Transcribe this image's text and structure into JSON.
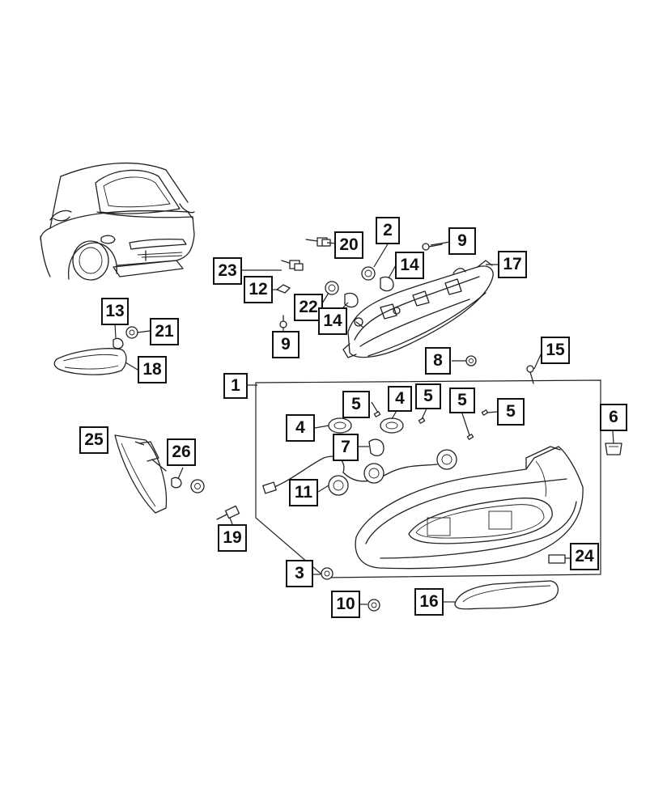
{
  "callouts": [
    {
      "id": "c20",
      "label": "20"
    },
    {
      "id": "c2",
      "label": "2"
    },
    {
      "id": "c9a",
      "label": "9"
    },
    {
      "id": "c23",
      "label": "23"
    },
    {
      "id": "c14a",
      "label": "14"
    },
    {
      "id": "c17",
      "label": "17"
    },
    {
      "id": "c12",
      "label": "12"
    },
    {
      "id": "c22",
      "label": "22"
    },
    {
      "id": "c14b",
      "label": "14"
    },
    {
      "id": "c13",
      "label": "13"
    },
    {
      "id": "c21",
      "label": "21"
    },
    {
      "id": "c9b",
      "label": "9"
    },
    {
      "id": "c8",
      "label": "8"
    },
    {
      "id": "c15",
      "label": "15"
    },
    {
      "id": "c18",
      "label": "18"
    },
    {
      "id": "c1",
      "label": "1"
    },
    {
      "id": "c5a",
      "label": "5"
    },
    {
      "id": "c4a",
      "label": "4"
    },
    {
      "id": "c5b",
      "label": "5"
    },
    {
      "id": "c5c",
      "label": "5"
    },
    {
      "id": "c5d",
      "label": "5"
    },
    {
      "id": "c6",
      "label": "6"
    },
    {
      "id": "c4b",
      "label": "4"
    },
    {
      "id": "c7",
      "label": "7"
    },
    {
      "id": "c25",
      "label": "25"
    },
    {
      "id": "c26",
      "label": "26"
    },
    {
      "id": "c11",
      "label": "11"
    },
    {
      "id": "c19",
      "label": "19"
    },
    {
      "id": "c24",
      "label": "24"
    },
    {
      "id": "c3",
      "label": "3"
    },
    {
      "id": "c10",
      "label": "10"
    },
    {
      "id": "c16",
      "label": "16"
    }
  ]
}
